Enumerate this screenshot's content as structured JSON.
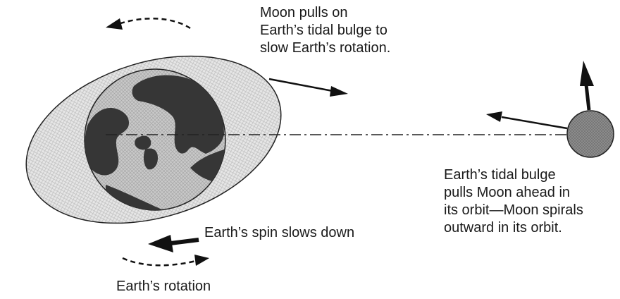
{
  "labels": {
    "moon_pull": [
      "Moon pulls on",
      "Earth’s tidal bulge to",
      "slow Earth’s rotation."
    ],
    "bulge_pull": [
      "Earth’s tidal bulge",
      "pulls Moon ahead in",
      "its orbit—Moon spirals",
      "outward in its orbit."
    ],
    "spin_slows": "Earth’s spin slows down",
    "rotation": "Earth’s rotation"
  },
  "colors": {
    "land": "#3a3a3a",
    "ocean": "#b8b8b8",
    "bulge": "#d8d8d8",
    "moon": "#8c8c8c",
    "ink": "#111111"
  }
}
